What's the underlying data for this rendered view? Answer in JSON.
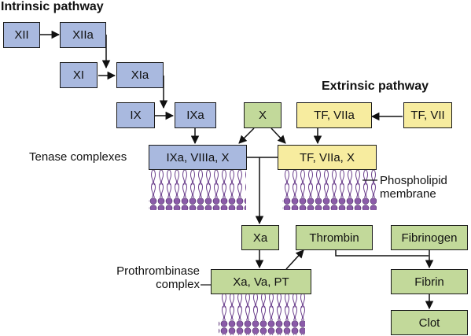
{
  "titles": {
    "intrinsic": "Intrinsic pathway",
    "extrinsic": "Extrinsic pathway"
  },
  "labels": {
    "tenase": "Tenase complexes",
    "phospholipid_line1": "Phospholipid",
    "phospholipid_line2": "membrane",
    "prothrombinase_line1": "Prothrombinase",
    "prothrombinase_line2": "complex"
  },
  "factors": {
    "xii": "XII",
    "xiia": "XIIa",
    "xi": "XI",
    "xia": "XIa",
    "ix": "IX",
    "ixa": "IXa",
    "x": "X",
    "tf_viia": "TF, VIIa",
    "tf_vii": "TF, VII",
    "ixa_viiia_x": "IXa, VIIIa, X",
    "tf_viia_x": "TF, VIIa, X",
    "xa": "Xa",
    "thrombin": "Thrombin",
    "fibrinogen": "Fibrinogen",
    "xa_va_pt": "Xa, Va, PT",
    "fibrin": "Fibrin",
    "clot": "Clot"
  },
  "colors": {
    "intrinsic_box": "#a9b9df",
    "common_box": "#c2d99a",
    "extrinsic_box": "#f7ec9f",
    "lipid_head": "#8a5ba8",
    "lipid_tail": "#6b3f8c"
  }
}
